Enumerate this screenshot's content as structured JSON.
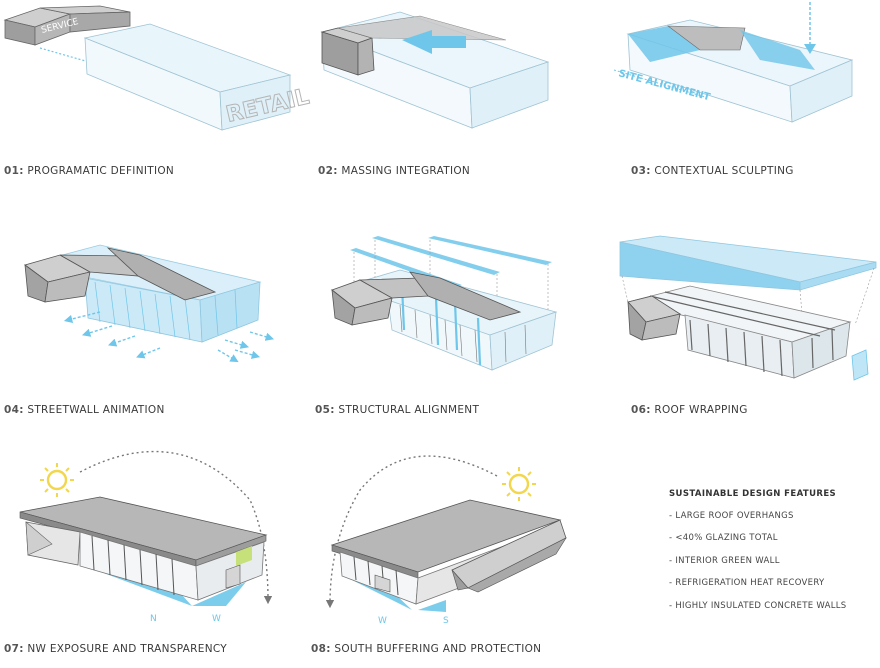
{
  "steps": [
    {
      "num": "01:",
      "label": "PROGRAMATIC DEFINITION"
    },
    {
      "num": "02:",
      "label": "MASSING INTEGRATION"
    },
    {
      "num": "03:",
      "label": "CONTEXTUAL SCULPTING"
    },
    {
      "num": "04:",
      "label": "STREETWALL ANIMATION"
    },
    {
      "num": "05:",
      "label": "STRUCTURAL ALIGNMENT"
    },
    {
      "num": "06:",
      "label": "ROOF WRAPPING"
    },
    {
      "num": "07:",
      "label": "NW EXPOSURE AND TRANSPARENCY"
    },
    {
      "num": "08:",
      "label": "SOUTH BUFFERING AND PROTECTION"
    }
  ],
  "diagram_labels": {
    "service": "SERVICE",
    "retail": "RETAIL",
    "site_alignment": "SITE ALIGNMENT",
    "north": "N",
    "west_07": "W",
    "west_08": "W",
    "south": "S"
  },
  "features": {
    "title": "SUSTAINABLE DESIGN FEATURES",
    "items": [
      "- LARGE ROOF OVERHANGS",
      "- <40% GLAZING TOTAL",
      "- INTERIOR GREEN WALL",
      "- REFRIGERATION HEAT RECOVERY",
      "- HIGHLY INSULATED CONCRETE WALLS"
    ]
  },
  "colors": {
    "accent_blue": "#6ec6ea",
    "glass_blue": "#cfeaf6",
    "sun_yellow": "#f2d64b",
    "green_wall": "#c6e07a",
    "mass_gray": "#a9a9a9",
    "roof_gray": "#bdbdbd",
    "text": "#3a3a3a"
  }
}
